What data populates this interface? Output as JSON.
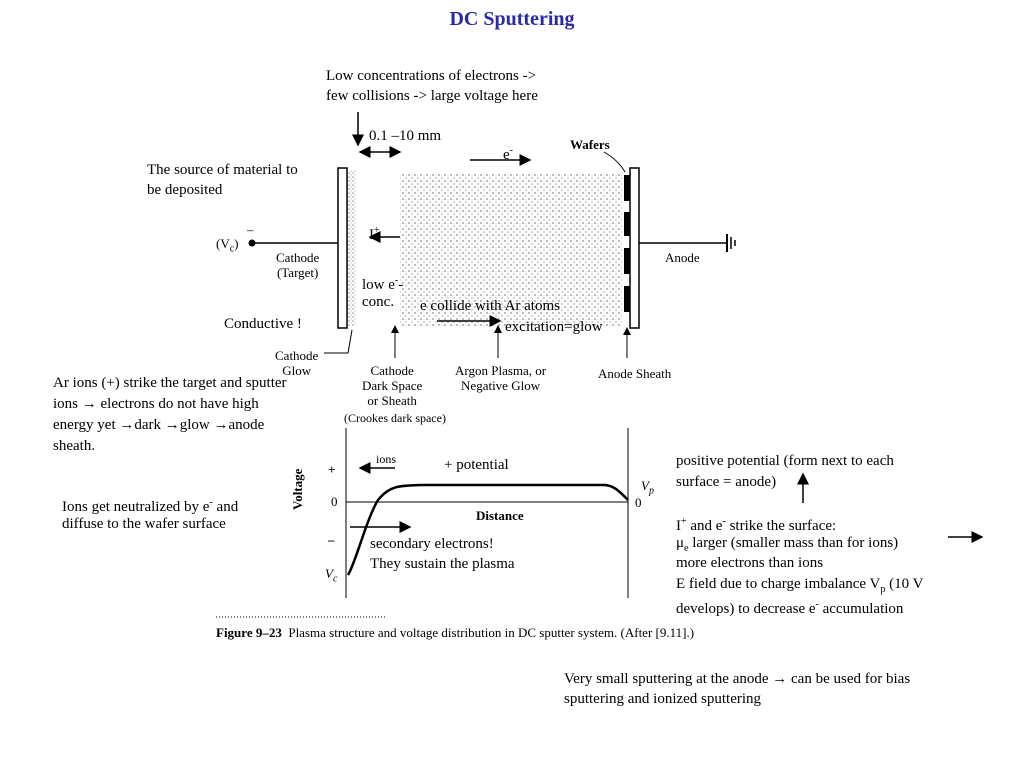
{
  "title": "DC Sputtering",
  "annotations": {
    "low_conc_1": "Low concentrations of electrons ->",
    "low_conc_2": "few collisions  -> large voltage here",
    "thickness": "0.1 –10 mm",
    "electron": "e",
    "electron_sup": "-",
    "source_1": "The source of material to",
    "source_2": "be deposited",
    "ion": "I",
    "ion_sup": "+",
    "low_e_1": "low e",
    "low_e_sup": "-",
    "low_e_2": "conc.",
    "collide": "e  collide with Ar atoms",
    "glow": "excitation=glow",
    "conductive": "Conductive !",
    "ar_1": "Ar ions (+) strike the target and sputter",
    "ar_2": "ions → electrons do not have high",
    "ar_3": "energy yet →dark →glow →anode",
    "ar_4": "sheath.",
    "crookes": "(Crookes dark space)",
    "ions": "ions",
    "plus_potential": "+ potential",
    "neutral_1": "Ions get neutralized by e",
    "neutral_sup": "-",
    "neutral_1b": " and",
    "neutral_2": "diffuse to the wafer surface",
    "secondary_1": "secondary electrons!",
    "secondary_2": "They sustain the plasma",
    "pos_1": "positive potential  (form next to each",
    "pos_2": "surface = anode)",
    "strike_1a": "I",
    "strike_1b": " and e",
    "strike_1c": " strike the surface:",
    "strike_2a": "μ",
    "strike_2sub": "e",
    "strike_2b": " larger (smaller mass than for ions)",
    "strike_3": "more electrons than ions",
    "strike_4a": "E field due to charge imbalance V",
    "strike_4sub": "p",
    "strike_4b": " (10 V",
    "strike_5a": "develops) to decrease e",
    "strike_5b": " accumulation",
    "bias_1": "Very small sputtering at the anode → can be used for bias",
    "bias_2": "sputtering and ionized sputtering"
  },
  "figure": {
    "wafers": "Wafers",
    "minus": "–",
    "vc_label": "(V",
    "vc_sub": "c",
    "vc_close": ")",
    "cathode_1": "Cathode",
    "cathode_2": "(Target)",
    "anode": "Anode",
    "cathode_glow_1": "Cathode",
    "cathode_glow_2": "Glow",
    "dark_1": "Cathode",
    "dark_2": "Dark Space",
    "dark_3": "or Sheath",
    "argon_1": "Argon Plasma, or",
    "argon_2": "Negative Glow",
    "anode_sheath": "Anode Sheath",
    "plot_plus": "+",
    "plot_zero_left": "0",
    "plot_minus": "–",
    "plot_vc": "V",
    "plot_vc_sub": "c",
    "plot_vp": "V",
    "plot_vp_sub": "p",
    "plot_zero_right": "0",
    "voltage_axis": "Voltage",
    "distance_axis": "Distance",
    "caption_label": "Figure 9–23",
    "caption_text": "Plasma structure and voltage distribution in DC sputter system. (After [9.11].)"
  }
}
